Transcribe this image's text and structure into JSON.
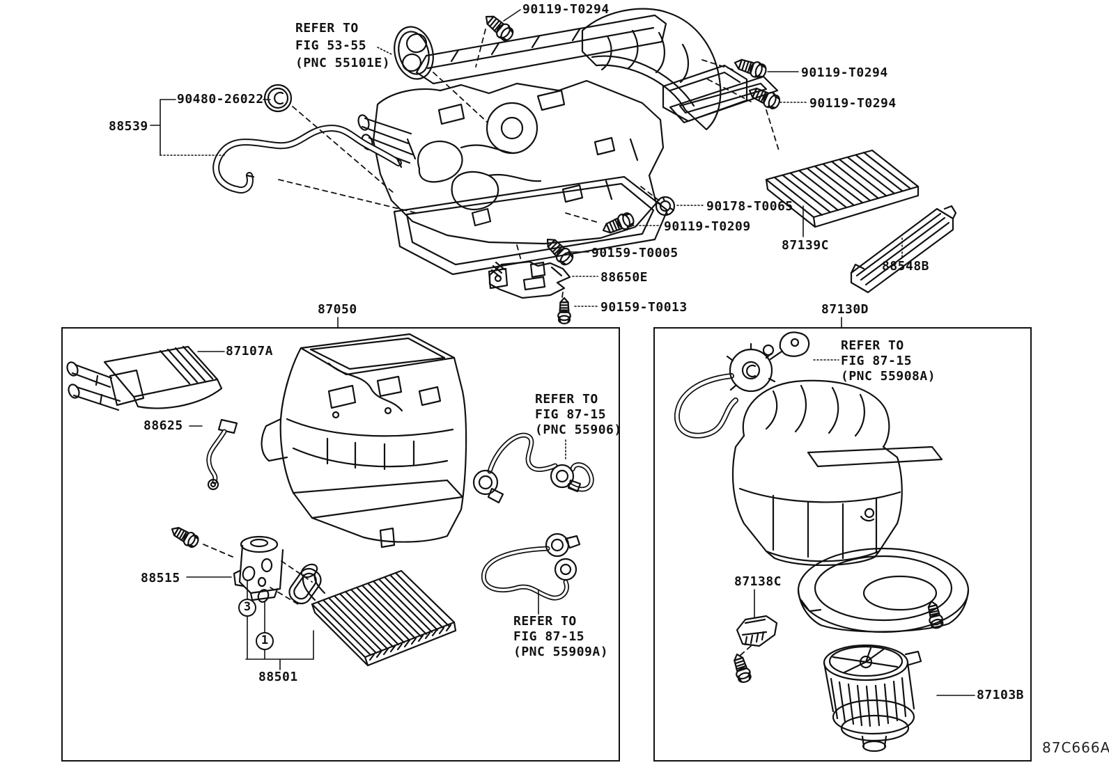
{
  "figure_code": "87C666A",
  "top_assembly": {
    "description_labels": {
      "bolt_top": "90119-T0294",
      "refer_fig_53_55": [
        "REFER TO",
        "FIG 53-55",
        "(PNC 55101E)"
      ],
      "grommet": "90480-26022",
      "hose_assembly": "88539",
      "bolt_right_upper": "90119-T0294",
      "bolt_right_lower": "90119-T0294",
      "nut": "90178-T0065",
      "screw_side": "90119-T0209",
      "screw_front": "90159-T0005",
      "amplifier": "88650E",
      "amplifier_screw": "90159-T0013",
      "air_filter": "87139C",
      "filter_cover": "88548B"
    }
  },
  "left_box": {
    "part_no": "87050",
    "callouts": {
      "heater_core": "87107A",
      "thermistor": "88625",
      "refer_fig_87_15_upper": [
        "REFER TO",
        "FIG 87-15",
        "(PNC 55906)"
      ],
      "expansion_valve": "88515",
      "marker_3": "3",
      "marker_1": "1",
      "evaporator": "88501",
      "refer_fig_87_15_lower": [
        "REFER TO",
        "FIG 87-15",
        "(PNC 55909A)"
      ]
    }
  },
  "right_box": {
    "part_no": "87130D",
    "callouts": {
      "refer_fig_87_15": [
        "REFER TO",
        "FIG 87-15",
        "(PNC 55908A)"
      ],
      "blower_resistor": "87138C",
      "blower_motor": "87103B"
    }
  }
}
